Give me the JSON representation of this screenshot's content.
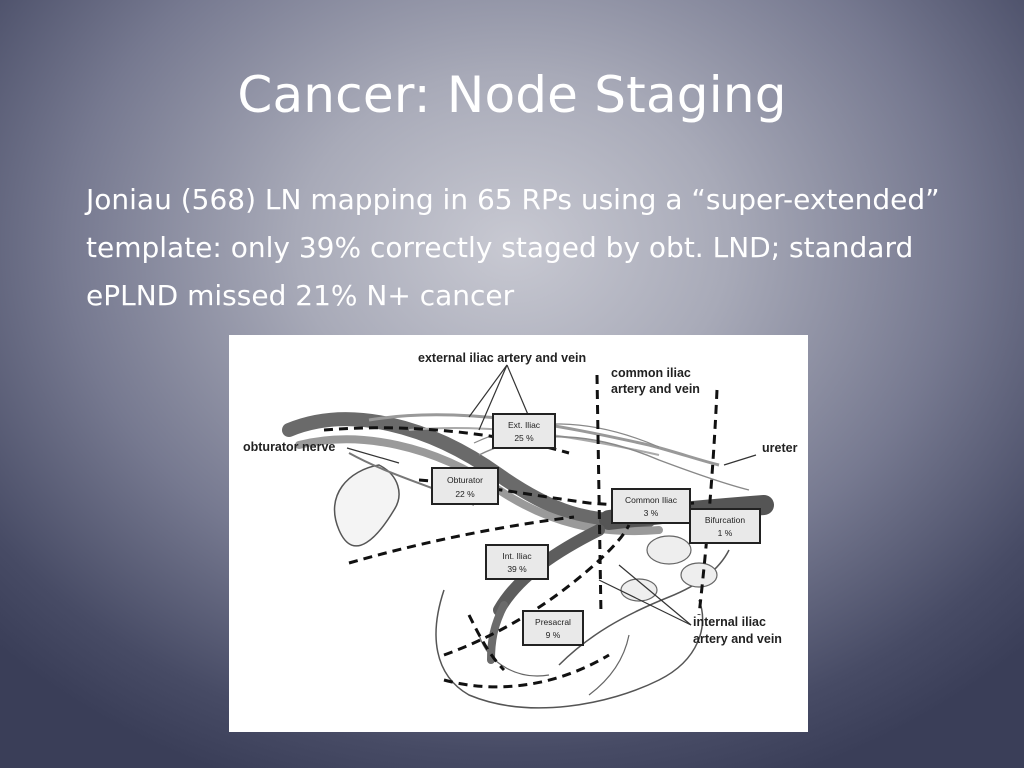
{
  "slide": {
    "title": "Cancer: Node Staging",
    "body": "Joniau (568) LN mapping in 65 RPs using a “super-extended” template: only 39% correctly staged by obt. LND; standard ePLND missed 21% N+ cancer"
  },
  "figure": {
    "labels": {
      "external_iliac": "external iliac artery and vein",
      "common_iliac_line1": "common iliac",
      "common_iliac_line2": "artery and vein",
      "obturator_nerve": "obturator nerve",
      "ureter": "ureter",
      "internal_iliac_line1": "internal iliac",
      "internal_iliac_line2": "artery and vein"
    },
    "regions": {
      "ext_iliac": {
        "name": "Ext. Iliac",
        "pct": "25 %"
      },
      "obturator": {
        "name": "Obturator",
        "pct": "22 %"
      },
      "common_iliac": {
        "name": "Common Iliac",
        "pct": "3 %"
      },
      "bifurcation": {
        "name": "Bifurcation",
        "pct": "1 %"
      },
      "int_iliac": {
        "name": "Int. Iliac",
        "pct": "39 %"
      },
      "presacral": {
        "name": "Presacral",
        "pct": "9 %"
      }
    }
  }
}
